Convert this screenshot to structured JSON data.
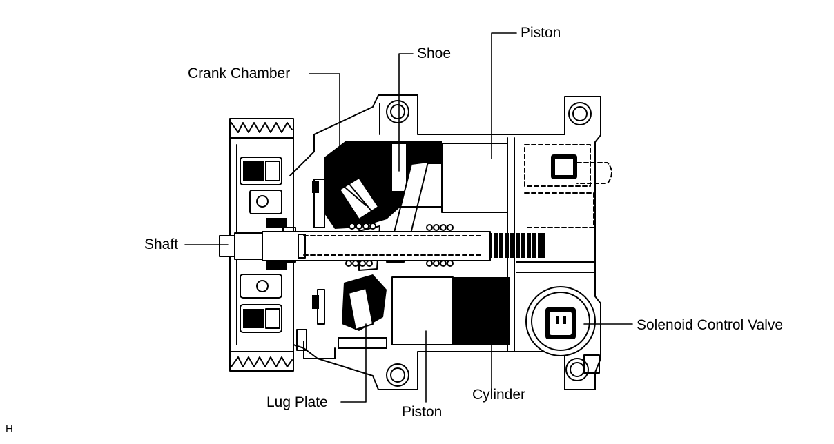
{
  "labels": {
    "piston_top": "Piston",
    "shoe": "Shoe",
    "crank_chamber": "Crank Chamber",
    "shaft": "Shaft",
    "solenoid_control_valve": "Solenoid Control Valve",
    "lug_plate": "Lug Plate",
    "piston_bottom": "Piston",
    "cylinder": "Cylinder"
  },
  "figure_code": "H",
  "colors": {
    "ink": "#000000",
    "paper": "#ffffff"
  }
}
